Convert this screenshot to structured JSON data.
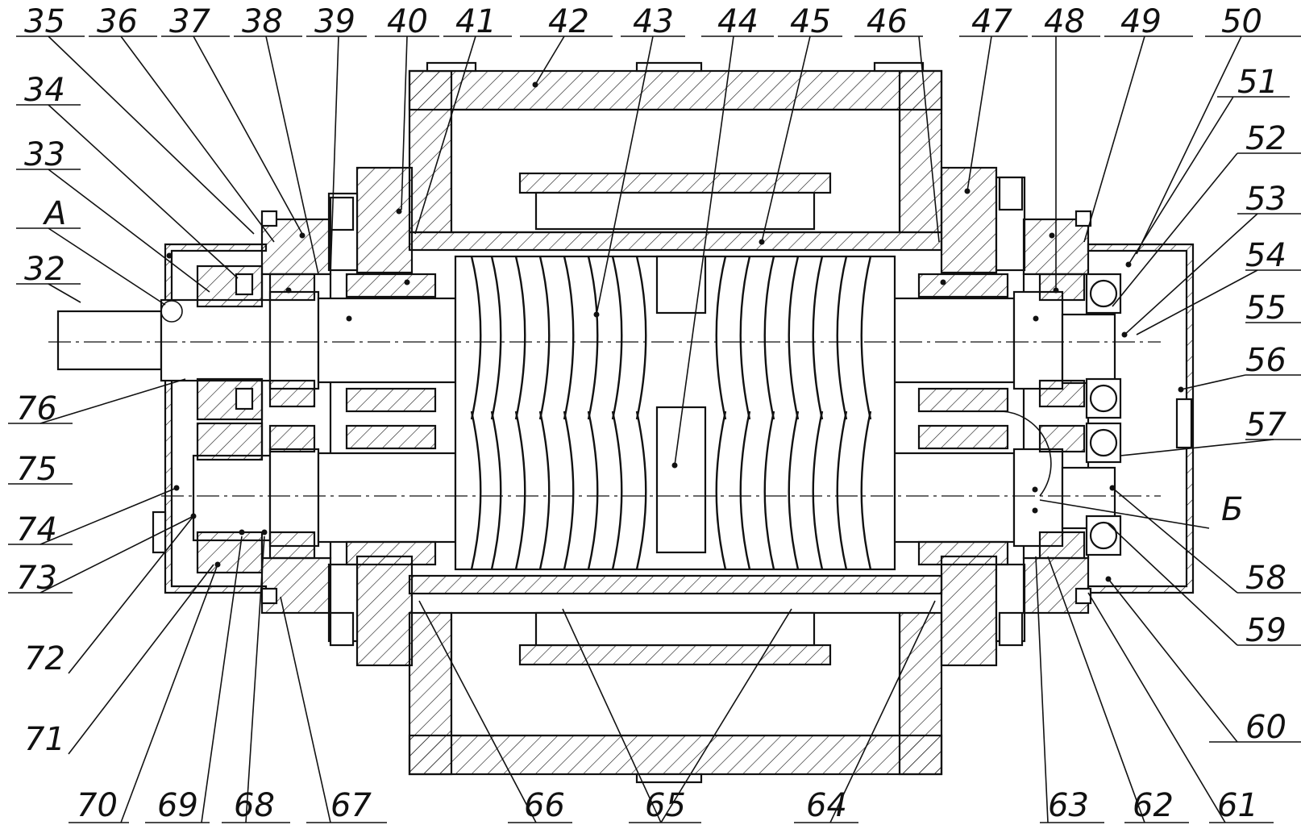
{
  "labels_top": [
    "35",
    "36",
    "37",
    "38",
    "39",
    "40",
    "41",
    "42",
    "43",
    "44",
    "45",
    "46",
    "47",
    "48",
    "49",
    "50"
  ],
  "labels_left": [
    "34",
    "33",
    "А",
    "32",
    "76",
    "75",
    "74",
    "73",
    "72",
    "71"
  ],
  "labels_right": [
    "51",
    "52",
    "53",
    "54",
    "55",
    "56",
    "57",
    "Б",
    "58",
    "59",
    "60"
  ],
  "labels_bottom": [
    "70",
    "69",
    "68",
    "67",
    "66",
    "65",
    "64",
    "63",
    "62",
    "61"
  ]
}
